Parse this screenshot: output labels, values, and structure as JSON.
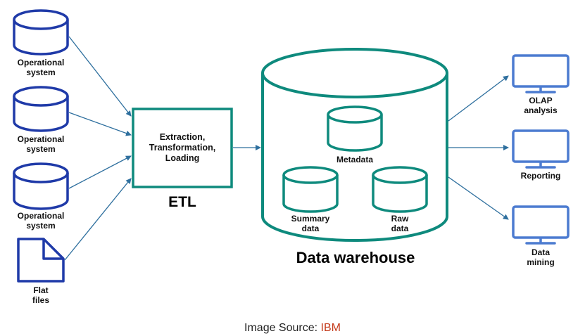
{
  "sources": [
    {
      "label": "Operational\nsystem",
      "icon": "database-icon"
    },
    {
      "label": "Operational\nsystem",
      "icon": "database-icon"
    },
    {
      "label": "Operational\nsystem",
      "icon": "database-icon"
    },
    {
      "label": "Flat\nfiles",
      "icon": "file-icon"
    }
  ],
  "etl": {
    "box_text": "Extraction,\nTransformation,\nLoading",
    "title": "ETL"
  },
  "warehouse": {
    "title": "Data warehouse",
    "stores": [
      {
        "label": "Metadata"
      },
      {
        "label": "Summary\ndata"
      },
      {
        "label": "Raw\ndata"
      }
    ]
  },
  "outputs": [
    {
      "label": "OLAP\nanalysis",
      "icon": "monitor-icon"
    },
    {
      "label": "Reporting",
      "icon": "monitor-icon"
    },
    {
      "label": "Data\nmining",
      "icon": "monitor-icon"
    }
  ],
  "caption": {
    "prefix": "Image Source: ",
    "brand": "IBM"
  },
  "colors": {
    "source_blue": "#1f3aa8",
    "teal": "#0e8a7d",
    "arrow": "#2e6f9e",
    "monitor_blue": "#4c7bd0",
    "brand": "#c43b1c"
  }
}
